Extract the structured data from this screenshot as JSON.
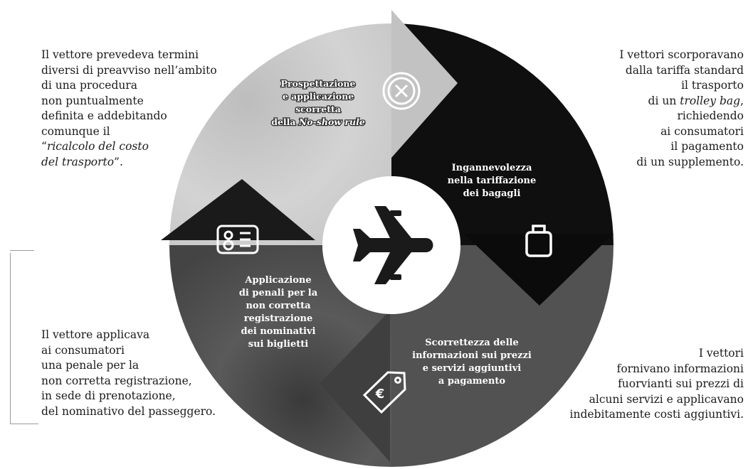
{
  "notes": {
    "top_left": {
      "lines": [
        "Il vettore prevedeva termini",
        "diversi di preavviso nell’ambito",
        "di una procedura",
        "non puntualmente",
        "definita e addebitando",
        "comunque il"
      ],
      "quote_open": "“",
      "italic_1": "ricalcolo del costo",
      "italic_2": "del trasporto",
      "quote_close": "”."
    },
    "top_right": {
      "lines": [
        "I vettori scorporavano",
        "dalla tariffa standard",
        "il trasporto"
      ],
      "line_4_prefix": "di un ",
      "line_4_italic": "trolley bag",
      "line_4_suffix": ",",
      "lines_end": [
        "richiedendo",
        "ai consumatori",
        "il pagamento",
        "di un supplemento."
      ]
    },
    "bottom_left": {
      "lines": [
        "Il vettore applicava",
        "ai consumatori",
        "una penale per la",
        "non corretta registrazione,",
        "in sede di prenotazione,",
        "del nominativo del passeggero."
      ]
    },
    "bottom_right": {
      "lines": [
        "I vettori",
        "fornivano informazioni",
        "fuorvianti sui prezzi di",
        "alcuni servizi e applicavano",
        "indebitamente costi aggiuntivi."
      ]
    }
  },
  "segments": {
    "top": {
      "lines": [
        "Prospettazione",
        "e applicazione",
        "scorretta"
      ],
      "last_prefix": "della ",
      "last_italic": "No-show rule",
      "icon": "circle-x-icon"
    },
    "right": {
      "lines": [
        "Ingannevolezza",
        "nella tariffazione",
        "dei bagagli"
      ],
      "icon": "luggage-icon"
    },
    "bottom": {
      "lines": [
        "Scorrettezza delle",
        "informazioni sui prezzi",
        "e servizi aggiuntivi",
        "a pagamento"
      ],
      "icon": "euro-tag-icon"
    },
    "left": {
      "lines": [
        "Applicazione",
        "di penali per la",
        "non corretta",
        "registrazione",
        "dei nominativi",
        "sui biglietti"
      ],
      "icon": "id-card-icon"
    }
  },
  "center_icon": "airplane-icon",
  "colors": {
    "light_segment": "#cfcfcf",
    "mid_segment": "#4e4e4e",
    "dark_segment": "#0d0d0d",
    "text_light": "#ffffff"
  }
}
